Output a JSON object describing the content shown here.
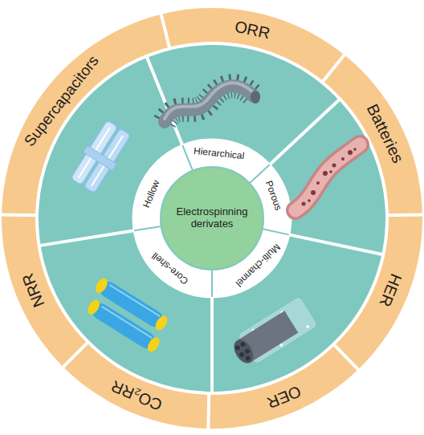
{
  "diagram": {
    "nodes": [
      {
        "text": [
          "Electrospinning derivates"
        ]
      },
      {
        "text": [
          "Hierarchical"
        ]
      },
      {
        "text": [
          "Porous"
        ]
      },
      {
        "text": [
          "Multi-channel"
        ]
      },
      {
        "text": [
          "Core-shell"
        ]
      },
      {
        "text": [
          "Hollow"
        ]
      },
      {
        "text": [
          "ORR"
        ]
      },
      {
        "text": [
          "Batteries"
        ]
      },
      {
        "text": [
          "HER"
        ]
      },
      {
        "text": [
          "OER"
        ]
      },
      {
        "text": [
          "CO₂RR"
        ]
      },
      {
        "text": [
          "NRR"
        ]
      },
      {
        "text": [
          "Supercapacitors"
        ]
      }
    ]
  }
}
